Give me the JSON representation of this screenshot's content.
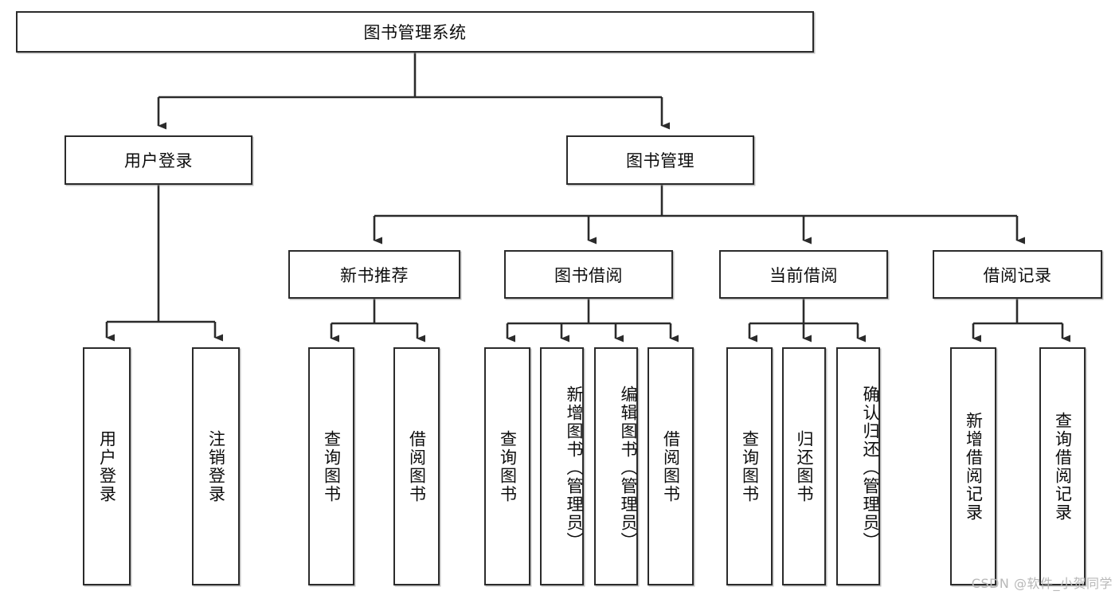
{
  "diagram": {
    "type": "tree-hierarchy-chart",
    "title": "图书管理系统",
    "watermark": "CSDN @软件_小贺同学",
    "colors": {
      "box_border": "#2b2b2b",
      "box_fill": "#ffffff",
      "connector": "#2b2b2b",
      "text": "#0d0d0d",
      "watermark": "#b8b8b8",
      "background": "#ffffff"
    },
    "levels": {
      "root": {
        "label": "图书管理系统"
      },
      "level2": [
        {
          "id": "user-login",
          "label": "用户登录"
        },
        {
          "id": "book-manage",
          "label": "图书管理"
        }
      ],
      "level3": [
        {
          "id": "new-book-rec",
          "label": "新书推荐"
        },
        {
          "id": "book-borrow",
          "label": "图书借阅"
        },
        {
          "id": "current-borrow",
          "label": "当前借阅"
        },
        {
          "id": "borrow-record",
          "label": "借阅记录"
        }
      ],
      "leaves": {
        "user-login": [
          {
            "id": "leaf-user-login",
            "label": "用户登录"
          },
          {
            "id": "leaf-logout",
            "label": "注销登录"
          }
        ],
        "new-book-rec": [
          {
            "id": "leaf-query-book-1",
            "label": "查询图书"
          },
          {
            "id": "leaf-borrow-book-1",
            "label": "借阅图书"
          }
        ],
        "book-borrow": [
          {
            "id": "leaf-query-book-2",
            "label": "查询图书"
          },
          {
            "id": "leaf-add-book",
            "label": "新增图书（管理员）"
          },
          {
            "id": "leaf-edit-book",
            "label": "编辑图书（管理员）"
          },
          {
            "id": "leaf-borrow-book-2",
            "label": "借阅图书"
          }
        ],
        "current-borrow": [
          {
            "id": "leaf-query-book-3",
            "label": "查询图书"
          },
          {
            "id": "leaf-return-book",
            "label": "归还图书"
          },
          {
            "id": "leaf-confirm-return",
            "label": "确认归还（管理员）"
          }
        ],
        "borrow-record": [
          {
            "id": "leaf-add-record",
            "label": "新增借阅记录"
          },
          {
            "id": "leaf-query-record",
            "label": "查询借阅记录"
          }
        ]
      }
    }
  }
}
